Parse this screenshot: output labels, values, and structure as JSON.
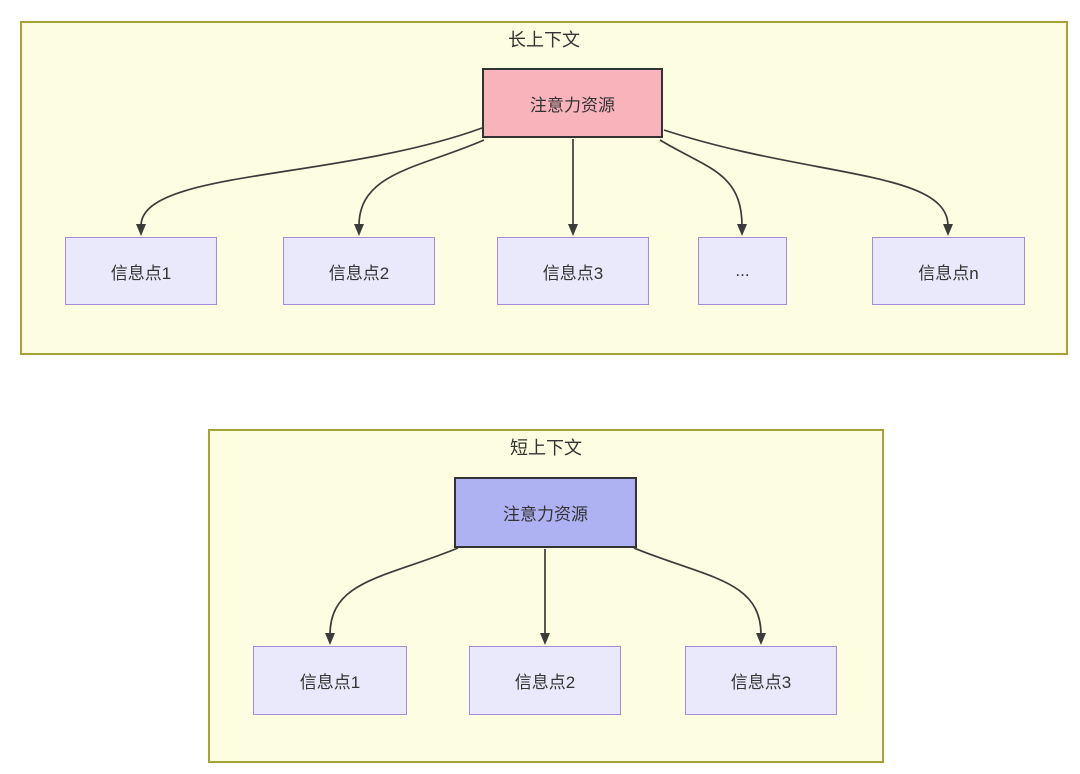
{
  "diagrams": [
    {
      "id": "long-context",
      "title": "长上下文",
      "root": {
        "label": "注意力资源",
        "fill": "#f9b3ba"
      },
      "children": [
        {
          "label": "信息点1"
        },
        {
          "label": "信息点2"
        },
        {
          "label": "信息点3"
        },
        {
          "label": "..."
        },
        {
          "label": "信息点n"
        }
      ]
    },
    {
      "id": "short-context",
      "title": "短上下文",
      "root": {
        "label": "注意力资源",
        "fill": "#aeb1f2"
      },
      "children": [
        {
          "label": "信息点1"
        },
        {
          "label": "信息点2"
        },
        {
          "label": "信息点3"
        }
      ]
    }
  ],
  "colors": {
    "panel_fill": "#fdfde1",
    "panel_border": "#a6a433",
    "long_root_fill": "#f9b3ba",
    "short_root_fill": "#aeb1f2",
    "info_node_fill": "#e9e9fb",
    "info_node_border": "#a58bd8",
    "root_node_border": "#333333",
    "arrow": "#3b3b3b",
    "text": "#333333"
  }
}
